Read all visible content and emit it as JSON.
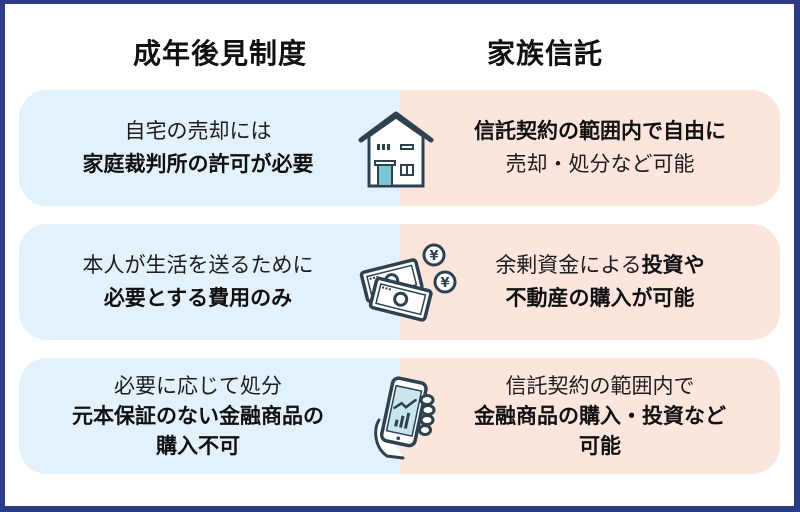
{
  "headers": {
    "left": "成年後見制度",
    "right": "家族信託"
  },
  "colors": {
    "frame_border": "#2c3c86",
    "left_panel_bg": "#e3f1fc",
    "right_panel_bg": "#fce5dd",
    "icon_stroke": "#2d4250",
    "icon_accent": "#7cc4cf"
  },
  "rows": [
    {
      "icon": "house-icon",
      "left": {
        "line1": "自宅の売却には",
        "line2": "家庭裁判所の許可が必要"
      },
      "right": {
        "line1": "信託契約の範囲内で自由に",
        "line2": "売却・処分など可能"
      }
    },
    {
      "icon": "money-coins-icon",
      "left": {
        "line1": "本人が生活を送るために",
        "line2": "必要とする費用のみ"
      },
      "right": {
        "line1_normal": "余剰資金による",
        "line1_bold": "投資や",
        "line2": "不動産の購入が可能"
      }
    },
    {
      "icon": "smartphone-chart-icon",
      "left": {
        "line1": "必要に応じて処分",
        "line2": "元本保証のない金融商品の",
        "line3": "購入不可"
      },
      "right": {
        "line1": "信託契約の範囲内で",
        "line2": "金融商品の購入・投資など",
        "line3": "可能"
      }
    }
  ]
}
